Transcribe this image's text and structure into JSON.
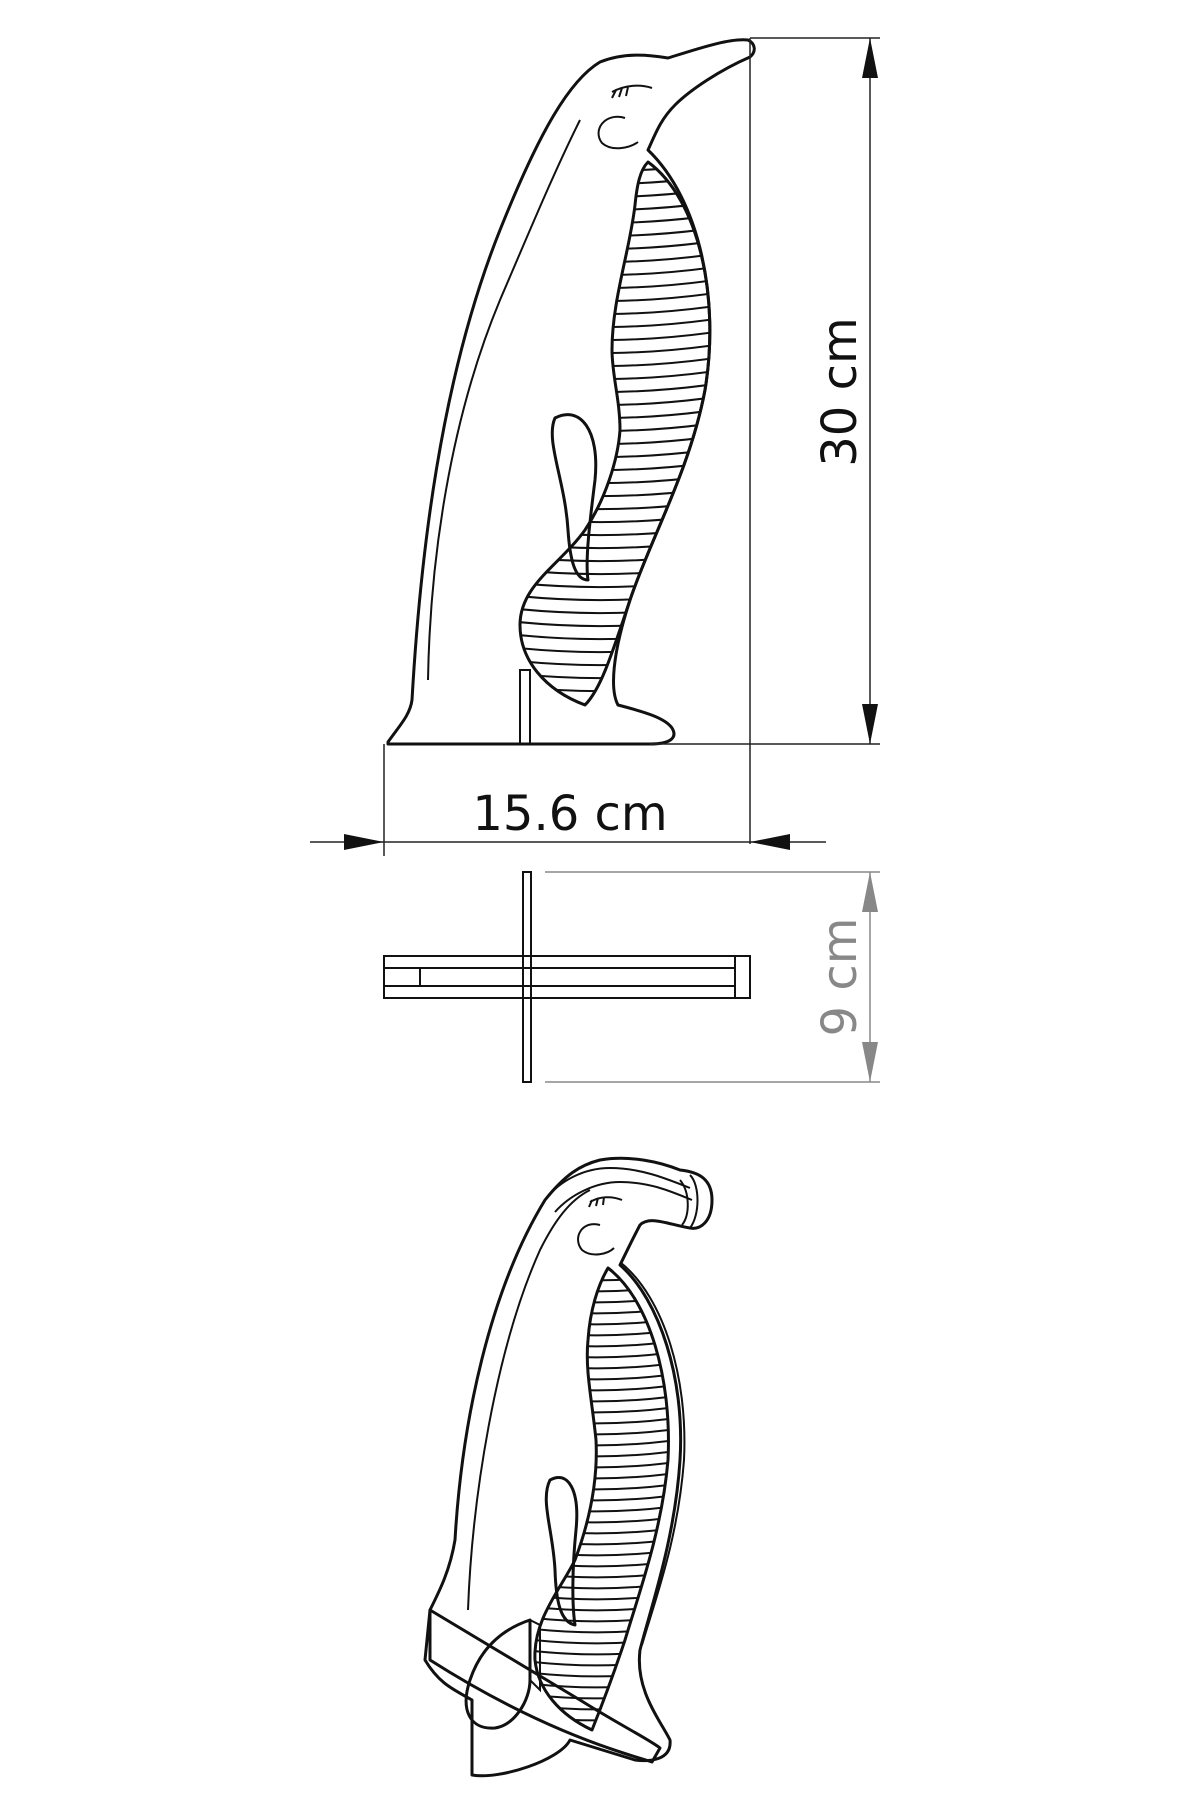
{
  "dimensions": {
    "height_label": "30 cm",
    "width_label": "15.6 cm",
    "depth_label": "9 cm"
  },
  "colors": {
    "line": "#111111",
    "secondary_dimension": "#888888",
    "background": "#ffffff"
  },
  "views": [
    "side-view",
    "top-view",
    "isometric-view"
  ]
}
